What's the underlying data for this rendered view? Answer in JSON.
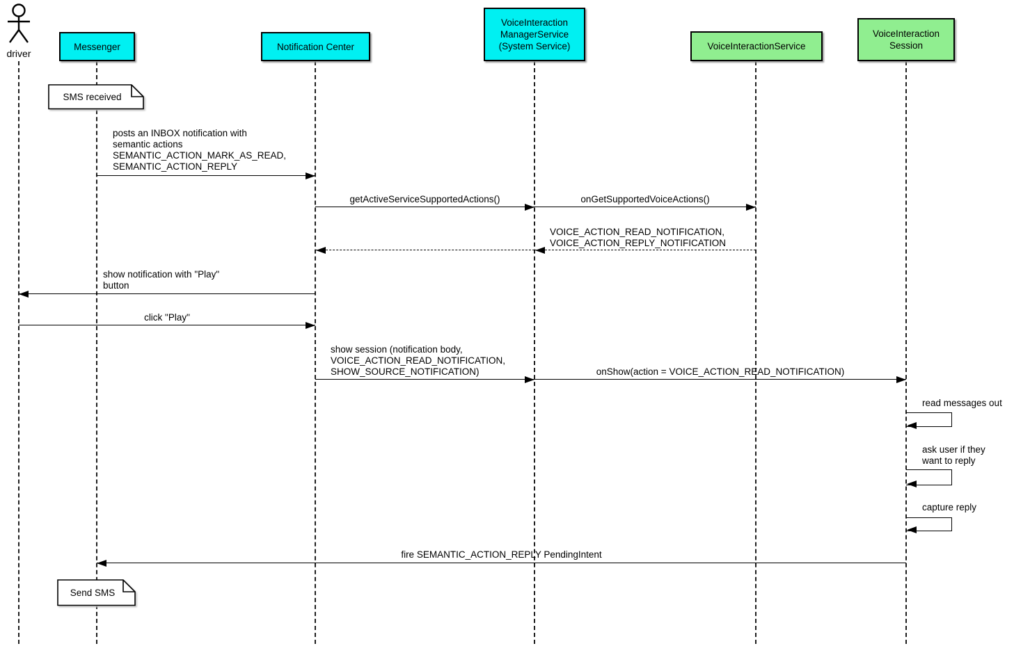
{
  "diagram": {
    "kind": "uml-sequence-diagram",
    "colors": {
      "participant_cyan": "#00F0F2",
      "participant_green": "#90EE90",
      "line_color": "#000000",
      "note_background": "#FFFFFF"
    }
  },
  "actor": {
    "label": "driver"
  },
  "participants": [
    {
      "id": "messenger",
      "label": "Messenger",
      "color": "#00F0F2"
    },
    {
      "id": "notification-center",
      "label": "Notification Center",
      "color": "#00F0F2"
    },
    {
      "id": "voice-interaction-manager-service",
      "label": "VoiceInteraction\nManagerService\n(System Service)",
      "color": "#00F0F2"
    },
    {
      "id": "voice-interaction-service",
      "label": "VoiceInteractionService",
      "color": "#90EE90"
    },
    {
      "id": "voice-interaction-session",
      "label": "VoiceInteraction\nSession",
      "color": "#90EE90"
    }
  ],
  "notes": [
    {
      "label": "SMS received",
      "attached_to": "Messenger"
    },
    {
      "label": "Send SMS",
      "attached_to": "Messenger"
    }
  ],
  "messages": [
    {
      "from": "Messenger",
      "to": "Notification Center",
      "type": "solid",
      "label": "posts an INBOX notification with\nsemantic actions\nSEMANTIC_ACTION_MARK_AS_READ,\nSEMANTIC_ACTION_REPLY"
    },
    {
      "from": "Notification Center",
      "to": "VoiceInteraction ManagerService (System Service)",
      "type": "solid",
      "label": "getActiveServiceSupportedActions()"
    },
    {
      "from": "VoiceInteraction ManagerService (System Service)",
      "to": "VoiceInteractionService",
      "type": "solid",
      "label": "onGetSupportedVoiceActions()"
    },
    {
      "from": "VoiceInteractionService",
      "to": "VoiceInteraction ManagerService (System Service)",
      "type": "dashed-return",
      "label": "VOICE_ACTION_READ_NOTIFICATION,\nVOICE_ACTION_REPLY_NOTIFICATION"
    },
    {
      "from": "VoiceInteraction ManagerService (System Service)",
      "to": "Notification Center",
      "type": "dashed-return",
      "label": ""
    },
    {
      "from": "Notification Center",
      "to": "driver",
      "type": "solid",
      "label": "show notification with \"Play\"\nbutton"
    },
    {
      "from": "driver",
      "to": "Notification Center",
      "type": "solid",
      "label": "click \"Play\""
    },
    {
      "from": "Notification Center",
      "to": "VoiceInteraction ManagerService (System Service)",
      "type": "solid",
      "label": "show session (notification body,\nVOICE_ACTION_READ_NOTIFICATION,\nSHOW_SOURCE_NOTIFICATION)"
    },
    {
      "from": "VoiceInteraction ManagerService (System Service)",
      "to": "VoiceInteraction Session",
      "type": "solid",
      "label": "onShow(action = VOICE_ACTION_READ_NOTIFICATION)"
    },
    {
      "from": "VoiceInteraction Session",
      "to": "VoiceInteraction Session",
      "type": "self",
      "label": "read messages out"
    },
    {
      "from": "VoiceInteraction Session",
      "to": "VoiceInteraction Session",
      "type": "self",
      "label": "ask user if they\nwant to reply"
    },
    {
      "from": "VoiceInteraction Session",
      "to": "VoiceInteraction Session",
      "type": "self",
      "label": "capture reply"
    },
    {
      "from": "VoiceInteraction Session",
      "to": "Messenger",
      "type": "solid",
      "label": "fire SEMANTIC_ACTION_REPLY PendingIntent"
    }
  ]
}
